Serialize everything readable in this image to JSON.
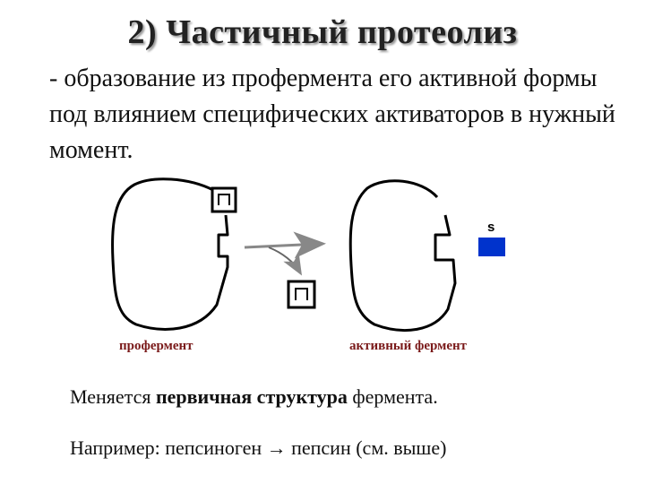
{
  "title": "2) Частичный протеолиз",
  "description": "- образование из профермента его активной формы под влиянием специфических активаторов в нужный момент.",
  "diagram": {
    "label_proenzyme": "профермент",
    "label_active": "активный фермент",
    "block_letter": "п",
    "substrate_letter": "s",
    "substrate_color": "#0033cc",
    "label_color": "#7a1a1a"
  },
  "note1": {
    "before": "Меняется ",
    "bold": "первичная структура",
    "after": " фермента."
  },
  "note2": "Например: пепсиноген → пепсин (см. выше)"
}
